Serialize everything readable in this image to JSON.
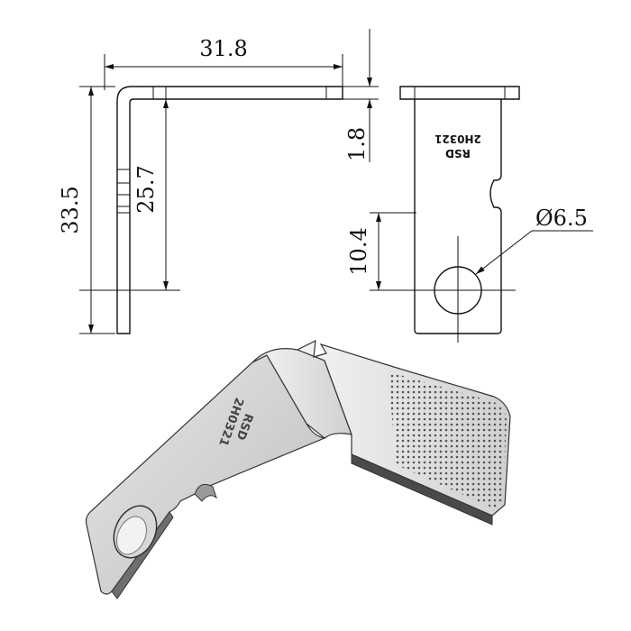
{
  "dimensions": {
    "width_top": "31.8",
    "thickness": "1.8",
    "height_total": "33.5",
    "height_bend": "25.7",
    "hole_offset": "10.4",
    "hole_diameter": "Ø6.5"
  },
  "marking": {
    "line1": "RSD",
    "line2": "2H0321"
  }
}
